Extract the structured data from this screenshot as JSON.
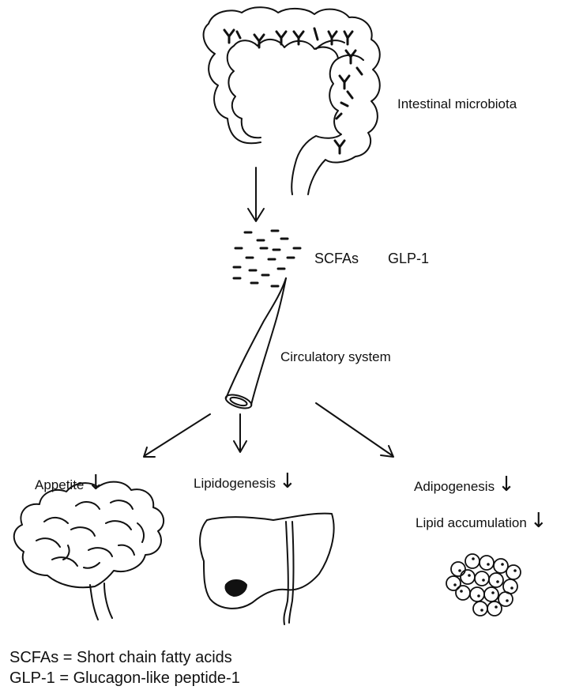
{
  "labels": {
    "intestinal_microbiota": "Intestinal microbiota",
    "scfas": "SCFAs",
    "glp1": "GLP-1",
    "circulatory_system": "Circulatory system",
    "appetite": "Appetite",
    "lipidogenesis": "Lipidogenesis",
    "adipogenesis": "Adipogenesis",
    "lipid_accumulation": "Lipid accumulation",
    "down_arrow": "↓"
  },
  "legend": {
    "scfas": "SCFAs = Short chain fatty acids",
    "glp1": "GLP-1 = Glucagon-like peptide-1"
  },
  "colors": {
    "ink": "#111111",
    "background": "#ffffff"
  },
  "icons": {
    "intestine": "large-intestine-icon",
    "molecules": "molecule-dots-icon",
    "vessel": "blood-vessel-icon",
    "brain": "brain-icon",
    "liver": "liver-icon",
    "fat_cells": "adipocyte-cluster-icon"
  }
}
